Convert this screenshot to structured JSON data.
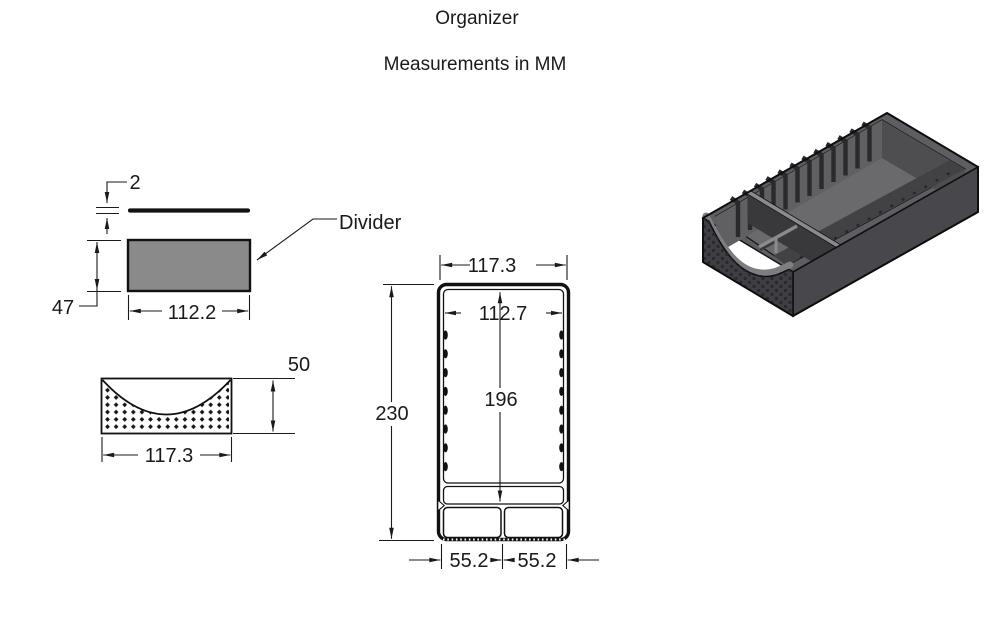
{
  "title": {
    "line1": "Organizer",
    "line2": "Measurements in MM"
  },
  "divider_view": {
    "label": "Divider",
    "thickness_mm": "2",
    "height_mm": "47",
    "width_mm": "112.2"
  },
  "front_view": {
    "height_mm": "50",
    "width_mm": "117.3"
  },
  "top_view": {
    "outer_width_mm": "117.3",
    "inner_width_mm": "112.7",
    "inner_depth_mm": "196",
    "outer_depth_mm": "230",
    "left_compartment_mm": "55.2",
    "right_compartment_mm": "55.2"
  },
  "render_3d": {
    "name": "organizer-isometric-render"
  },
  "colors": {
    "line": "#1a1a1a",
    "divider_fill": "#8a8a8a",
    "render_rim": "#5e5e62",
    "render_floor": "#6a6a6d",
    "render_left_wall": "#606063",
    "render_back_wall": "#4e4e51",
    "render_right_face": "#48484c",
    "render_front_face": "#3f3f43",
    "render_rib": "#2a2a2d",
    "background": "#ffffff"
  }
}
